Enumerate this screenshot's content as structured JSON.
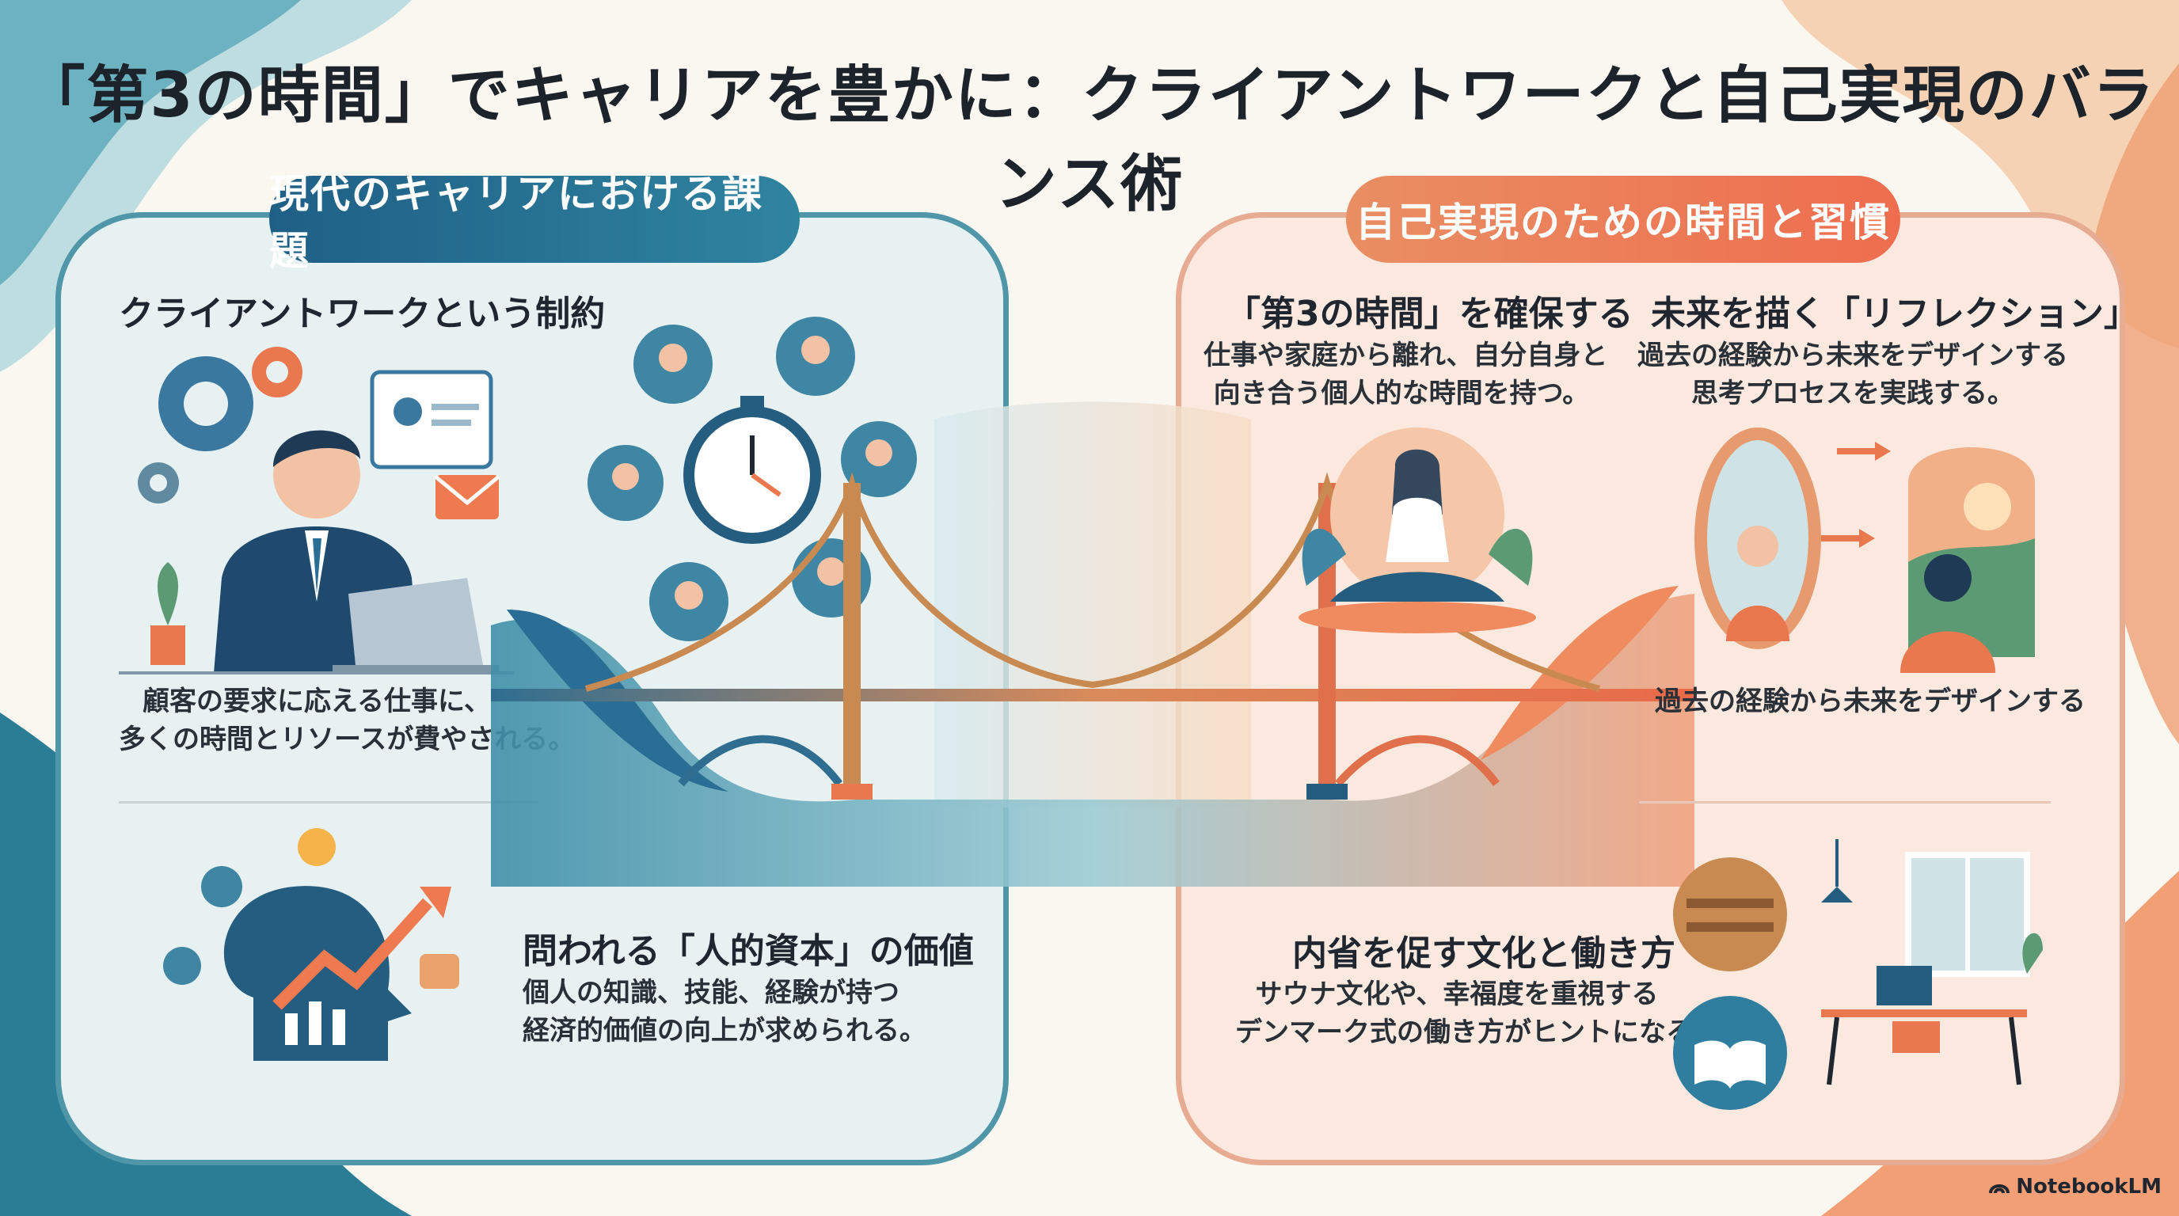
{
  "title": "「第3の時間」でキャリアを豊かに：クライアントワークと自己実現のバランス術",
  "left": {
    "heading": "現代のキャリアにおける課題",
    "client_work": {
      "title": "クライアントワークという制約",
      "desc_line1": "顧客の要求に応える仕事に、",
      "desc_line2": "多くの時間とリソースが費やされる。"
    },
    "human_capital": {
      "title": "問われる「人的資本」の価値",
      "desc_line1": "個人の知識、技能、経験が持つ",
      "desc_line2": "経済的価値の向上が求められる。"
    }
  },
  "right": {
    "heading": "自己実現のための時間と習慣",
    "third_time": {
      "title": "「第3の時間」を確保する",
      "desc_line1": "仕事や家庭から離れ、自分自身と",
      "desc_line2": "向き合う個人的な時間を持つ。"
    },
    "reflection": {
      "title": "未来を描く「リフレクション」",
      "desc_line1": "過去の経験から未来をデザインする",
      "desc_line2": "思考プロセスを実践する。",
      "caption": "過去の経験から未来をデザインする"
    },
    "culture": {
      "title": "内省を促す文化と働き方",
      "desc_line1": "サウナ文化や、幸福度を重視する",
      "desc_line2": "デンマーク式の働き方がヒントになる。"
    }
  },
  "brand": "NotebookLM",
  "icons": [
    "gear-icon",
    "businessman-icon",
    "laptop-icon",
    "mail-icon",
    "profile-card-icon",
    "plant-icon",
    "stopwatch-icon",
    "client-avatar-icon",
    "bridge-icon",
    "meditation-icon",
    "mirror-icon",
    "sunset-landscape-icon",
    "head-growth-icon",
    "lightbulb-icon",
    "sauna-icon",
    "book-icon",
    "desk-workspace-icon",
    "notebooklm-logo-icon"
  ],
  "colors": {
    "left_accent": "#1f5f86",
    "right_accent": "#ee6d4f",
    "left_panel": "#e7f1f2",
    "right_panel": "#fbe9df"
  }
}
